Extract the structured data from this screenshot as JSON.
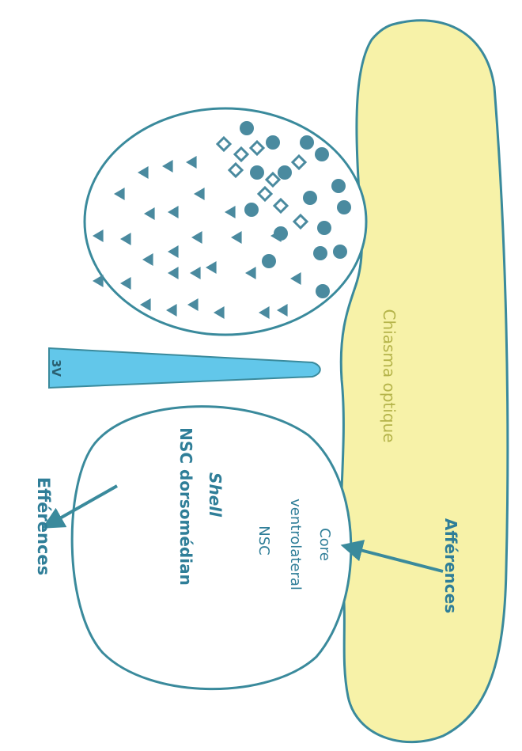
{
  "colors": {
    "outline": "#3a8a9c",
    "chiasma_fill": "#f7f2a8",
    "ventricle_fill": "#62c7ea",
    "marker_fill": "#4a8a9f",
    "label_text": "#2f7e98",
    "chiasma_text": "#b5b44a"
  },
  "labels": {
    "efferences": "Efférences",
    "afferences": "Afférences",
    "nsc_dorsomedian": "NSC dorsomédian",
    "shell": "Shell",
    "nsc": "NSC",
    "ventrolateral": "ventrolateral",
    "core": "Core",
    "third_ventricle": "3V",
    "chiasma": "Chiasma optique"
  },
  "legend_shapes": [
    "triangle",
    "diamond",
    "circle"
  ]
}
